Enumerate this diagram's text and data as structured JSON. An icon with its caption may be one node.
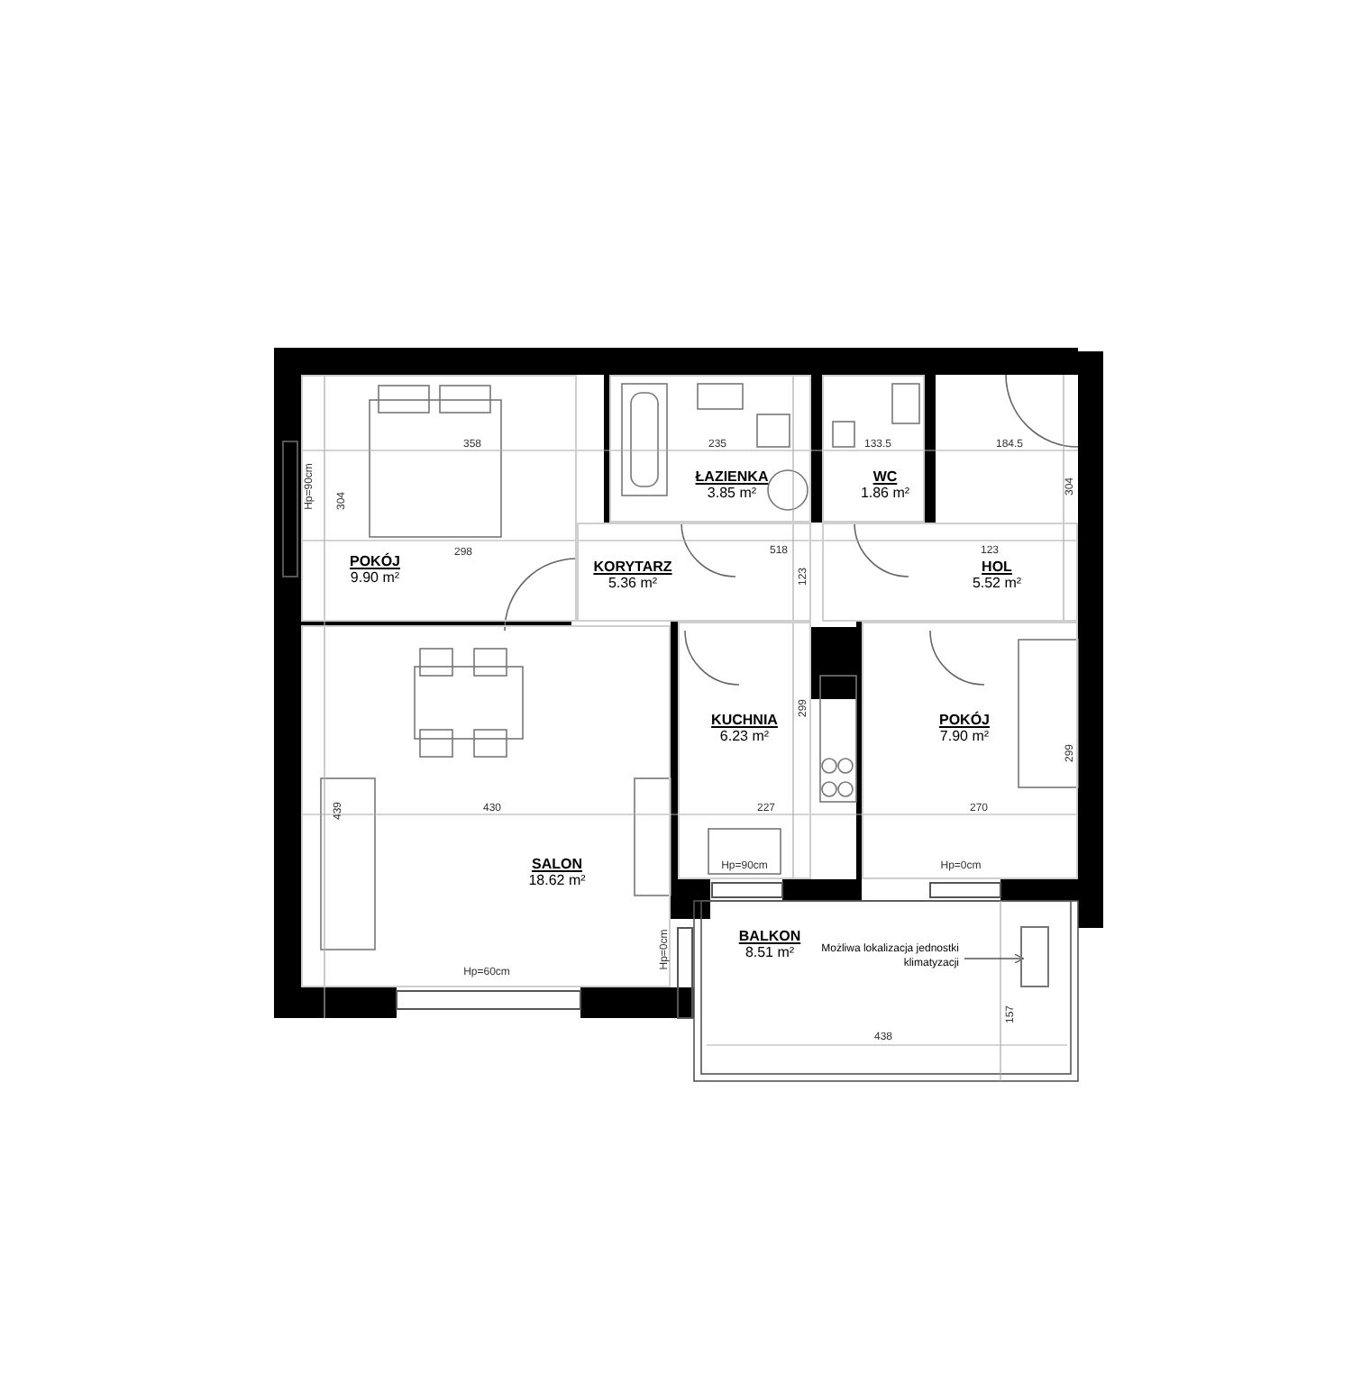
{
  "diagram": {
    "nodes": [
      {
        "text": [
          "POKÓJ",
          "9.90 m²"
        ]
      },
      {
        "text": [
          "ŁAZIENKA",
          "3.85 m²"
        ]
      },
      {
        "text": [
          "WC",
          "1.86 m²"
        ]
      },
      {
        "text": [
          "KORYTARZ",
          "5.36 m²"
        ]
      },
      {
        "text": [
          "HOL",
          "5.52 m²"
        ]
      },
      {
        "text": [
          "SALON",
          "18.62 m²"
        ]
      },
      {
        "text": [
          "KUCHNIA",
          "6.23 m²"
        ]
      },
      {
        "text": [
          "POKÓJ",
          "7.90 m²"
        ]
      },
      {
        "text": [
          "BALKON",
          "8.51 m²"
        ]
      },
      {
        "text": [
          "Możliwa lokalizacja jednostki klimatyzacji"
        ],
        "in": 8
      },
      {
        "text": [],
        "shape": "box",
        "in": 8
      }
    ],
    "edges": [
      {
        "from": 9,
        "to": 10,
        "arrow": "to"
      }
    ],
    "labels": [
      "358",
      "235",
      "133.5",
      "184.5",
      "304",
      "Hp=90cm",
      "304",
      "298",
      "518",
      "123",
      "123",
      "430",
      "439",
      "299",
      "299",
      "227",
      "270",
      "Hp=90cm",
      "Hp=0cm",
      "Hp=60cm",
      "Hp=0cm",
      "438",
      "157"
    ]
  }
}
